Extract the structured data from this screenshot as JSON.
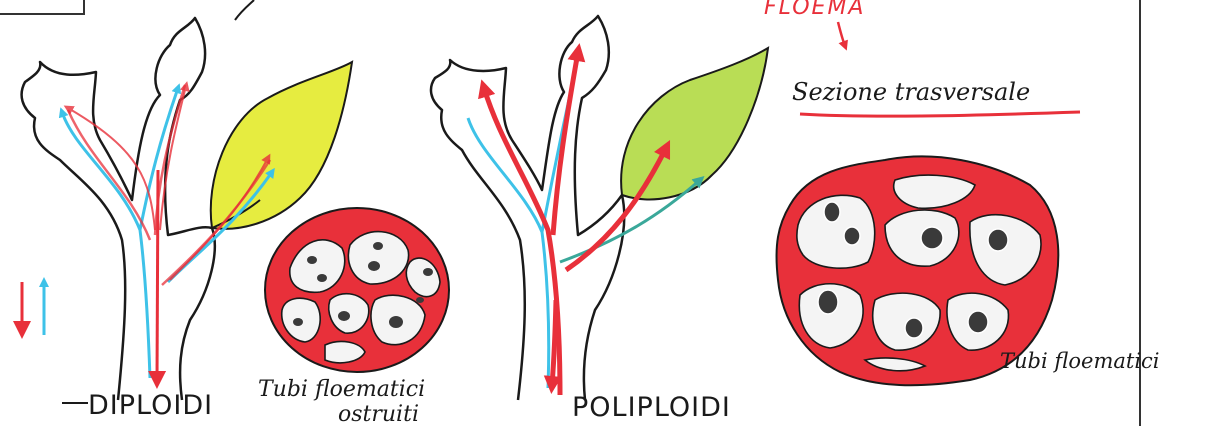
{
  "labels": {
    "floema": "FLOEMA",
    "sezione": "Sezione trasversale",
    "diploidi": "DIPLOIDI",
    "poliploidi": "POLIPLOIDI",
    "tubi_ostruiti_1": "Tubi floematici",
    "tubi_ostruiti_2": "ostruiti",
    "tubi_floematici": "Tubi floematici"
  },
  "colors": {
    "phloem_red": "#e8303a",
    "xylem_blue": "#3ec2e8",
    "leaf_yellow": "#e6ec40",
    "leaf_green": "#b9dd55",
    "outline": "#1a1a1a",
    "cell_fill": "#f4f4f4",
    "nucleus": "#3a3a3a"
  },
  "icons": [
    "down-arrow-red-icon",
    "up-arrow-blue-icon",
    "pointer-arrow-icon"
  ]
}
